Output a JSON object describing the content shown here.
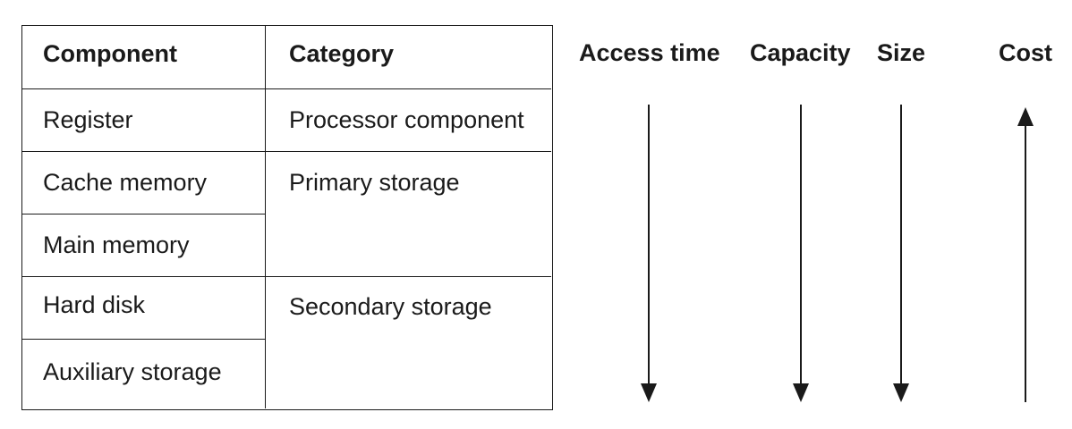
{
  "table": {
    "headers": [
      "Component",
      "Category"
    ],
    "components": [
      "Register",
      "Cache memory",
      "Main memory",
      "Hard disk",
      "Auxiliary storage"
    ],
    "categories": [
      "Processor component",
      "Primary storage",
      "Secondary storage"
    ]
  },
  "attributes": [
    {
      "label": "Access time",
      "direction": "down"
    },
    {
      "label": "Capacity",
      "direction": "down"
    },
    {
      "label": "Size",
      "direction": "down"
    },
    {
      "label": "Cost",
      "direction": "up"
    }
  ]
}
